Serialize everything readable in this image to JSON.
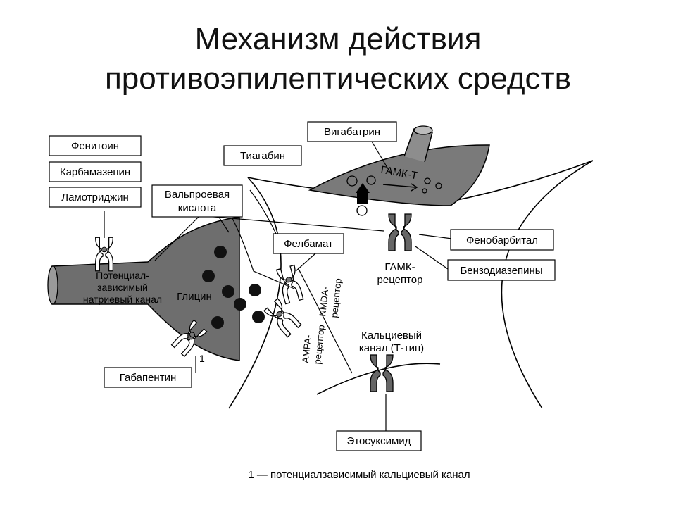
{
  "slide": {
    "title_line1": "Механизм действия",
    "title_line2": "противоэпилептических средств"
  },
  "drugs": {
    "phenytoin": "Фенитоин",
    "carbamazepine": "Карбамазепин",
    "lamotrigine": "Ламотриджин",
    "valproate_line1": "Вальпроевая",
    "valproate_line2": "кислота",
    "tiagabine": "Тиагабин",
    "vigabatrin": "Вигабатрин",
    "felbamate": "Фелбамат",
    "phenobarbital": "Фенобарбитал",
    "benzodiazepines": "Бензодиазепины",
    "gabapentin": "Габапентин",
    "ethosuximide": "Этосуксимид"
  },
  "structures": {
    "na_channel_line1": "Потенциал-",
    "na_channel_line2": "зависимый",
    "na_channel_line3": "натриевый канал",
    "glycine": "Глицин",
    "gaba_t": "ГАМК-Т",
    "gaba_receptor_line1": "ГАМК-",
    "gaba_receptor_line2": "рецептор",
    "nmda_line1": "NMDA-",
    "nmda_line2": "рецептор",
    "ampa_line1": "AMPA-",
    "ampa_line2": "рецептор",
    "ca_channel_line1": "Кальциевый",
    "ca_channel_line2": "канал (Т-тип)",
    "marker_1": "1"
  },
  "footnote": "1 — потенциалзависимый кальциевый канал"
}
